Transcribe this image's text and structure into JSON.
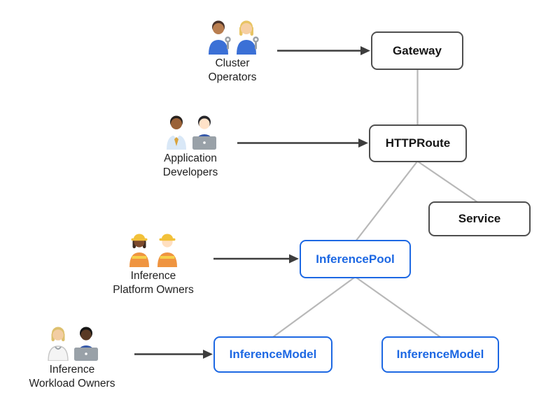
{
  "diagram": {
    "background": "#ffffff",
    "colors": {
      "dark_box_border": "#4f4f4f",
      "dark_box_text": "#161616",
      "blue_box_border": "#1d68e3",
      "blue_box_text": "#1d68e3",
      "connector_line": "#b8b8b8",
      "actor_arrow": "#3d3d3d"
    },
    "nodes": {
      "gateway": {
        "label": "Gateway",
        "style": "dark"
      },
      "httproute": {
        "label": "HTTPRoute",
        "style": "dark"
      },
      "service": {
        "label": "Service",
        "style": "dark"
      },
      "inference_pool": {
        "label": "InferencePool",
        "style": "blue"
      },
      "inference_model_left": {
        "label": "InferenceModel",
        "style": "blue"
      },
      "inference_model_right": {
        "label": "InferenceModel",
        "style": "blue"
      }
    },
    "personas": {
      "cluster_operators": {
        "line1": "Cluster",
        "line2": "Operators",
        "icon": "mechanics-pair-icon",
        "points_to": "Gateway"
      },
      "application_developers": {
        "line1": "Application",
        "line2": "Developers",
        "icon": "office-worker-technologist-pair-icon",
        "points_to": "HTTPRoute"
      },
      "platform_owners": {
        "line1": "Inference",
        "line2": "Platform Owners",
        "icon": "construction-workers-pair-icon",
        "points_to": "InferencePool"
      },
      "workload_owners": {
        "line1": "Inference",
        "line2": "Workload Owners",
        "icon": "health-worker-technologist-pair-icon",
        "points_to": "InferenceModel"
      }
    },
    "edges": [
      {
        "from": "Gateway",
        "to": "HTTPRoute"
      },
      {
        "from": "HTTPRoute",
        "to": "InferencePool"
      },
      {
        "from": "HTTPRoute",
        "to": "Service"
      },
      {
        "from": "InferencePool",
        "to": "InferenceModel (left)"
      },
      {
        "from": "InferencePool",
        "to": "InferenceModel (right)"
      }
    ]
  }
}
